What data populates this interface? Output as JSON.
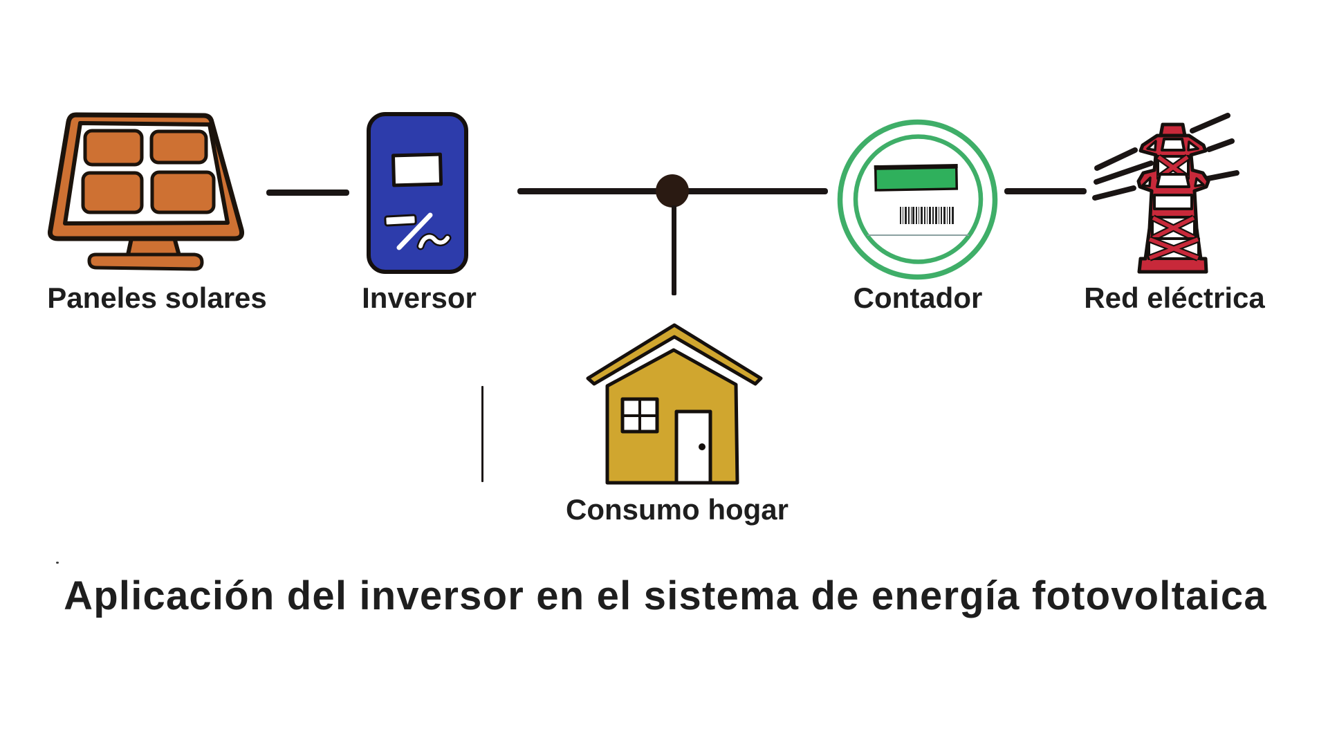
{
  "title": {
    "text": "Aplicación del inversor en el sistema de energía fotovoltaica"
  },
  "nodes": [
    {
      "id": "paneles-solares",
      "label": "Paneles solares",
      "icon": "solar-panel-icon"
    },
    {
      "id": "inversor",
      "label": "Inversor",
      "icon": "inverter-icon"
    },
    {
      "id": "consumo-hogar",
      "label": "Consumo hogar",
      "icon": "house-icon"
    },
    {
      "id": "contador",
      "label": "Contador",
      "icon": "meter-icon"
    },
    {
      "id": "red-electrica",
      "label": "Red eléctrica",
      "icon": "power-tower-icon"
    }
  ],
  "connections": [
    {
      "from": "Paneles solares",
      "to": "Inversor",
      "type": "line"
    },
    {
      "from": "Inversor",
      "to": "Contador",
      "type": "line",
      "via": "junction-dot"
    },
    {
      "from": "junction-dot",
      "to": "Consumo hogar",
      "type": "line"
    },
    {
      "from": "Contador",
      "to": "Red eléctrica",
      "type": "line"
    }
  ],
  "colors": {
    "background": "#ffffff",
    "panel-orange": "#ce7133",
    "panel-outline": "#1b130c",
    "inverter-blue": "#2d3cab",
    "meter-green": "#3fae68",
    "display-green": "#2fb05c",
    "tower-red": "#c8293a",
    "house-gold": "#d0a62f",
    "line-black": "#1a1514",
    "dot-brown": "#2a1a12",
    "text-black": "#1e1e1e",
    "ink-black": "#15100d"
  }
}
